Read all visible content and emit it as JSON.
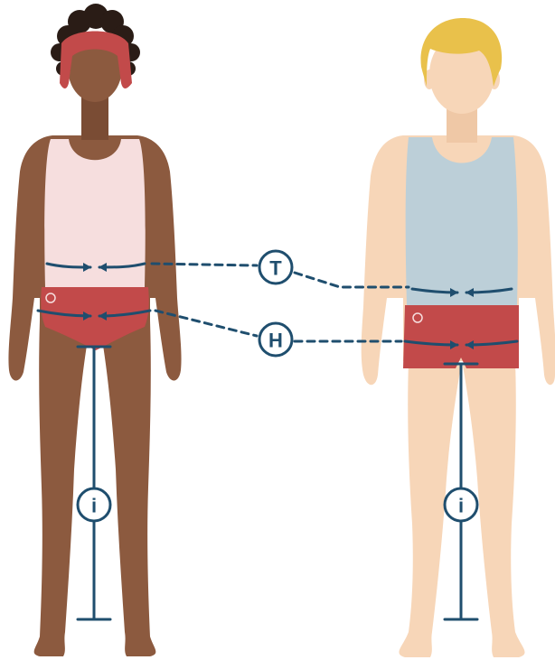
{
  "markers": {
    "waist": {
      "letter": "T",
      "name": "waist-marker"
    },
    "hip": {
      "letter": "H",
      "name": "hip-marker"
    },
    "inseam": {
      "letter": "i",
      "name": "inseam-marker"
    }
  },
  "colors": {
    "line": "#1f4e6e",
    "female_skin": "#8c5a3f",
    "female_skin_shade": "#7a4c34",
    "female_hair": "#2a1c16",
    "female_headband": "#c24a4a",
    "female_top": "#f6dede",
    "male_skin": "#f7d6b8",
    "male_hair": "#e9c14b",
    "male_top": "#bccfd8",
    "underwear": "#c24a4a",
    "underwear_band": "#b03f3f"
  }
}
